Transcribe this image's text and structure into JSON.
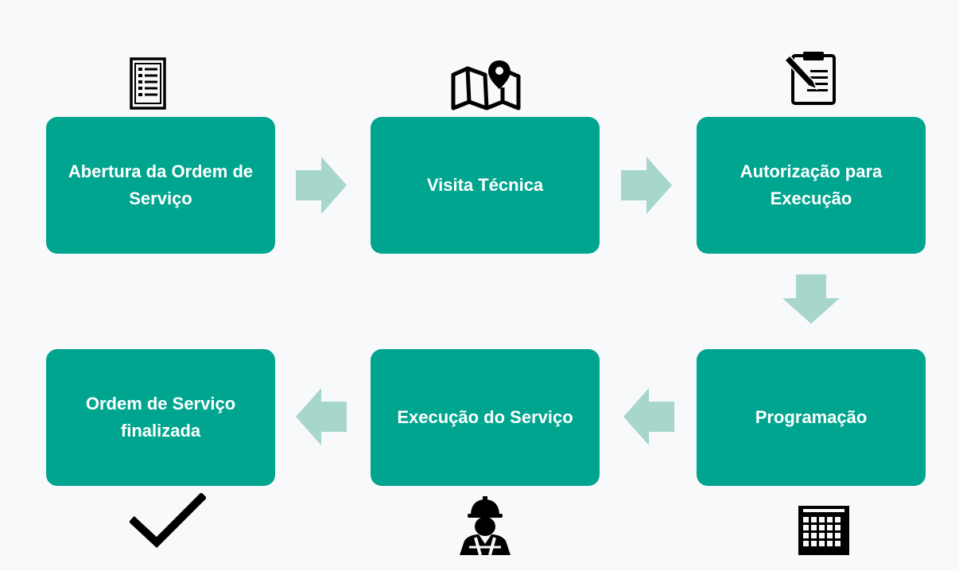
{
  "colors": {
    "background": "#f8f9fb",
    "box": "#00a58f",
    "box_text": "#ffffff",
    "arrow": "#a7d6ca",
    "icon": "#000000"
  },
  "steps": [
    {
      "label": "Abertura da Ordem de Serviço",
      "icon": "checklist-icon"
    },
    {
      "label": "Visita Técnica",
      "icon": "map-pin-icon"
    },
    {
      "label": "Autorização para Execução",
      "icon": "clipboard-pencil-icon"
    },
    {
      "label": "Programação",
      "icon": "calendar-icon"
    },
    {
      "label": "Execução do Serviço",
      "icon": "construction-worker-icon"
    },
    {
      "label": "Ordem de Serviço finalizada",
      "icon": "checkmark-icon"
    }
  ]
}
